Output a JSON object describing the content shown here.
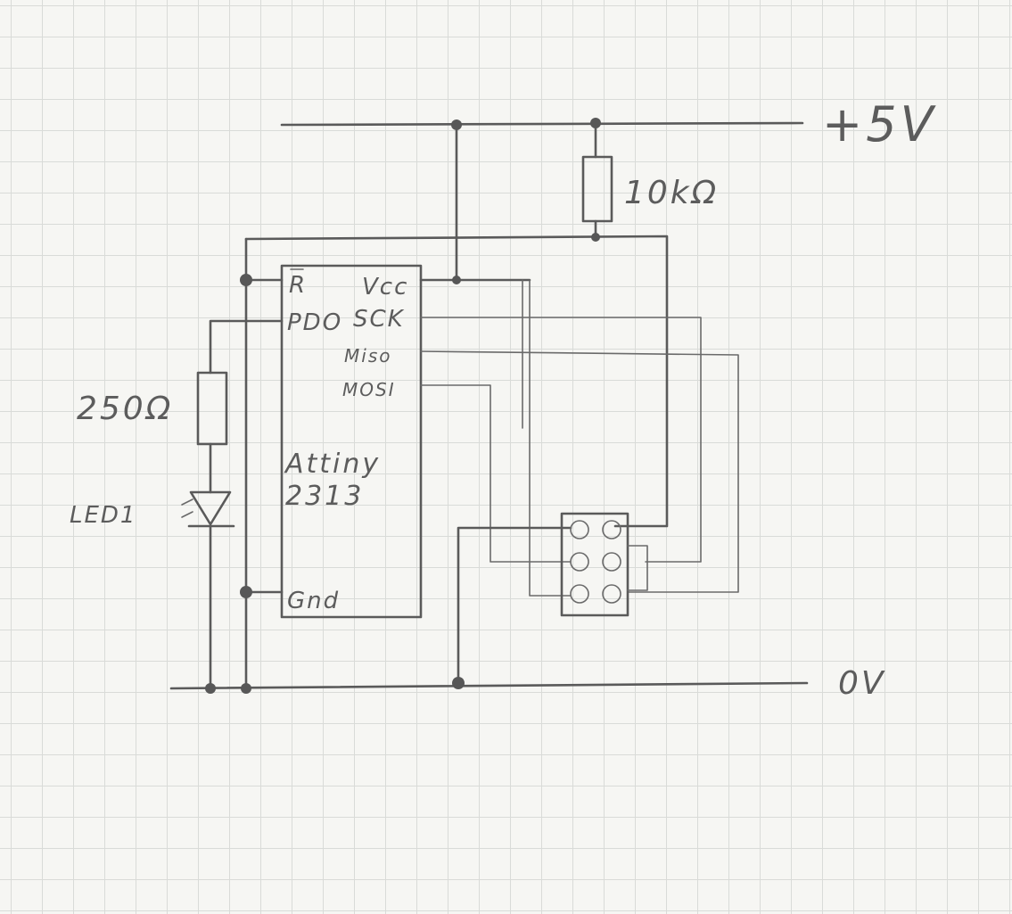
{
  "rails": {
    "vplus": "+5V",
    "ground": "0V"
  },
  "resistors": {
    "pullup": "10kΩ",
    "led": "250Ω"
  },
  "led": {
    "label": "LED1"
  },
  "ic": {
    "name_line1": "Attiny",
    "name_line2": "2313",
    "pins": {
      "reset": "R",
      "vcc": "Vcc",
      "pd0": "PDO",
      "sck": "SCK",
      "miso": "Miso",
      "mosi": "MOSI",
      "gnd": "Gnd"
    }
  }
}
